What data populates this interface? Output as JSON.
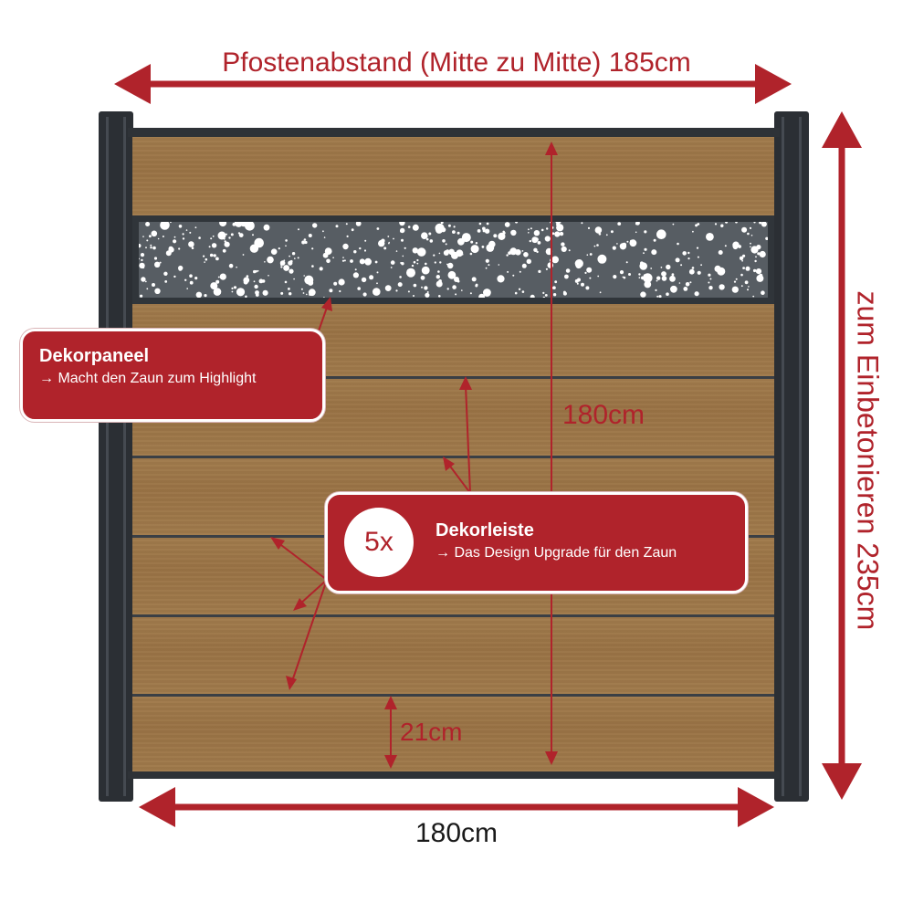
{
  "dimensions": {
    "top": "Pfostenabstand (Mitte zu Mitte) 185cm",
    "height": "180cm",
    "bottom": "180cm",
    "post_length": "zum Einbetonieren 235cm",
    "board_height": "21cm"
  },
  "callouts": {
    "panel": {
      "title": "Dekorpaneel",
      "subtitle": "→ Macht den Zaun zum Highlight"
    },
    "strip": {
      "badge": "5x",
      "title": "Dekorleiste",
      "subtitle": "→ Das Design Upgrade für den Zaun"
    }
  },
  "colors": {
    "accent": "#b0232b",
    "wood": "#9d7648",
    "metal": "#2b2f34"
  },
  "icons": [
    "arrow-icon",
    "double-arrow-icon",
    "arrow-right-icon"
  ]
}
